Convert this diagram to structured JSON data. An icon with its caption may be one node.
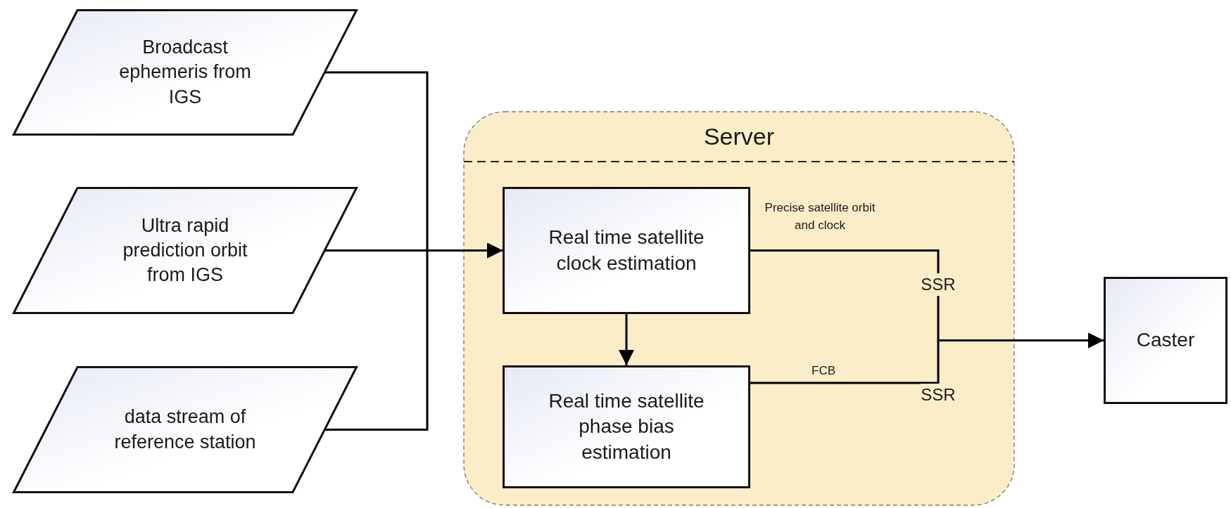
{
  "diagram": {
    "nodes": [
      {
        "text": [
          "Broadcast ephemeris from IGS"
        ]
      },
      {
        "text": [
          "Ultra rapid prediction orbit from IGS"
        ]
      },
      {
        "text": [
          "data stream of reference station"
        ]
      },
      {
        "text": [
          "Server"
        ]
      },
      {
        "text": [
          "Real time satellite clock estimation"
        ],
        "in": 3
      },
      {
        "text": [
          "Real time satellite phase bias estimation"
        ],
        "in": 3
      },
      {
        "text": [
          "Caster"
        ]
      }
    ],
    "edges": [
      {
        "from": 0,
        "to": 4,
        "arrow": "to"
      },
      {
        "from": 1,
        "to": 4,
        "arrow": "to"
      },
      {
        "from": 2,
        "to": 4,
        "arrow": "to"
      },
      {
        "from": 4,
        "to": 5,
        "arrow": "to"
      },
      {
        "from": 4,
        "to": 6,
        "arrow": "to",
        "label": "Precise satellite orbit and clock"
      },
      {
        "from": 5,
        "to": 6,
        "arrow": "to",
        "label": "FCB"
      }
    ],
    "labels": [
      "SSR",
      "SSR"
    ]
  }
}
